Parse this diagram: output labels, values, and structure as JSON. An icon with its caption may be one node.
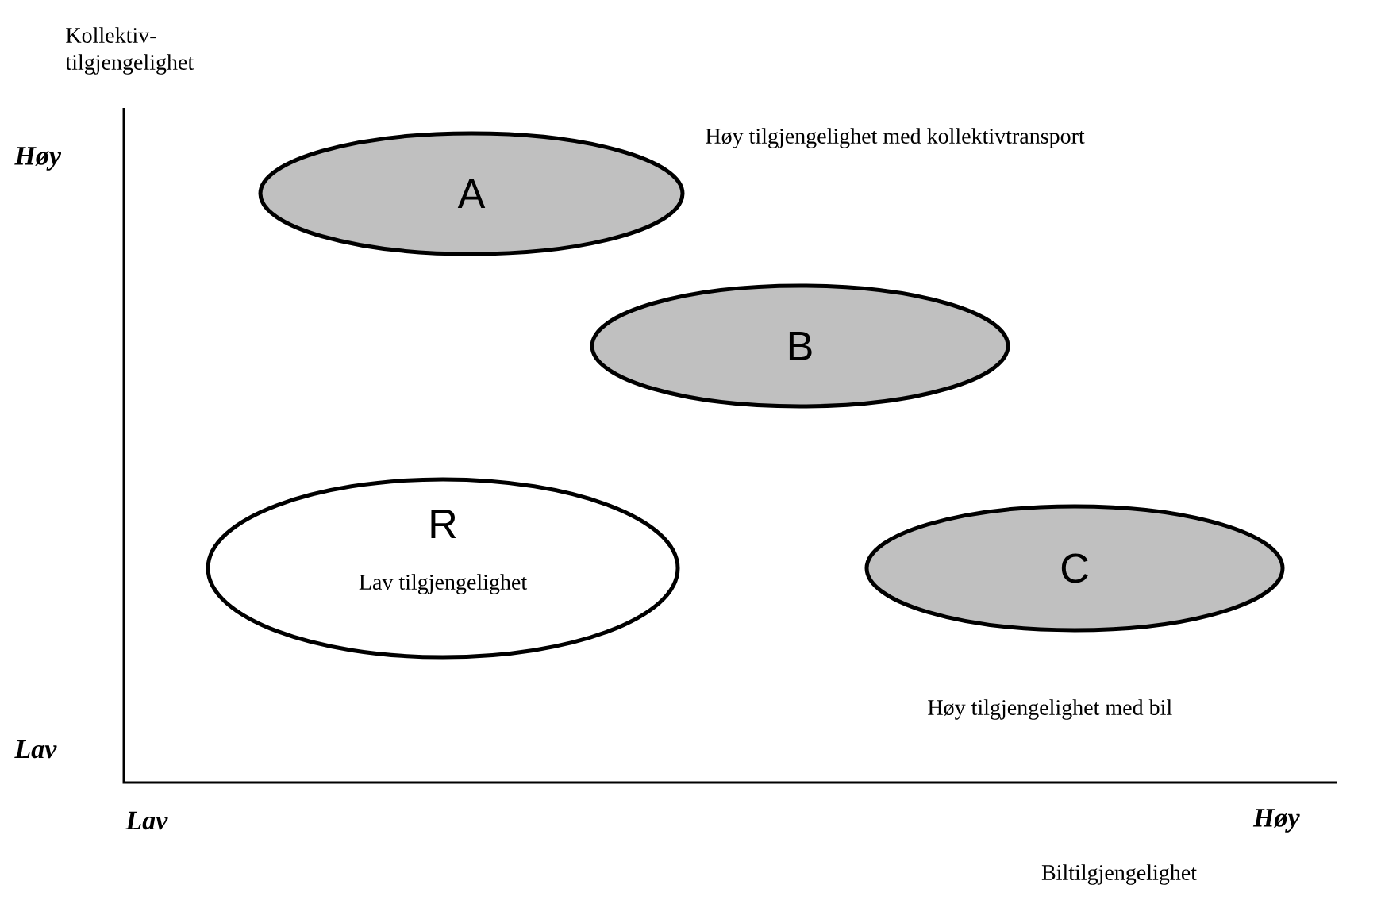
{
  "diagram": {
    "nodes": [
      {
        "text": [
          "A"
        ]
      },
      {
        "text": [
          "B"
        ]
      },
      {
        "text": [
          "R",
          "Lav tilgjengelighet"
        ]
      },
      {
        "text": [
          "C"
        ]
      }
    ],
    "labels": [
      "Kollektiv- tilgjengelighet",
      "Høy tilgjengelighet med kollektivtransport",
      "Høy",
      "Lav",
      "Høy tilgjengelighet med bil",
      "Lav",
      "Høy",
      "Biltilgjengelighet"
    ]
  }
}
